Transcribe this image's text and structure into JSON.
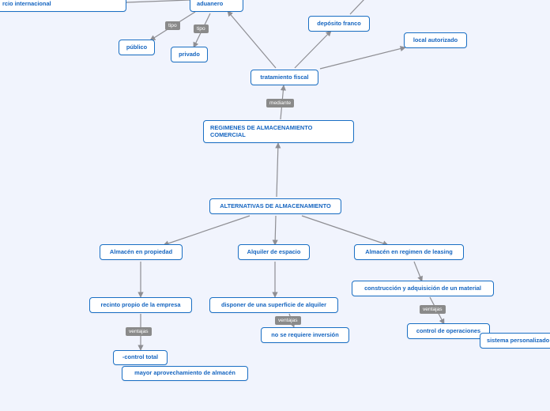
{
  "colors": {
    "background": "#f1f4fd",
    "node_border": "#1a6fc4",
    "node_text": "#1565c0",
    "connector": "#8e8e93",
    "tag_fill": "#8a8a8a"
  },
  "nodes": {
    "comercio": "rcio internacional",
    "aduanero": "aduanero",
    "publico": "público",
    "privado": "privado",
    "deposito_franco": "depósito franco",
    "local_autorizado": "local autorizado",
    "tratamiento_fiscal": "tratamiento fiscal",
    "regimenes": "REGIMENES DE ALMACENAMIENTO COMERCIAL",
    "alternativas": "ALTERNATIVAS DE ALMACENAMIENTO",
    "propiedad": "Almacén en propiedad",
    "alquiler": "Alquiler de espacio",
    "leasing": "Almacén en regimen de leasing",
    "recinto": "recinto propio de la empresa",
    "superficie": "disponer de una superficie de alquiler",
    "construccion": "construcción y adquisición de un material",
    "control_total": "-control total",
    "aprovechamiento": "mayor aprovechamiento de almacén",
    "no_inversion": "no se requiere inversión",
    "control_operaciones": "control de operaciones",
    "sistema": "sistema personalizado"
  },
  "tags": {
    "tipo_publico": "tipo",
    "tipo_privado": "tipo",
    "mediante": "mediante",
    "ventajas_propiedad": "ventajas",
    "ventajas_alquiler": "ventajas",
    "ventajas_leasing": "ventajas"
  }
}
